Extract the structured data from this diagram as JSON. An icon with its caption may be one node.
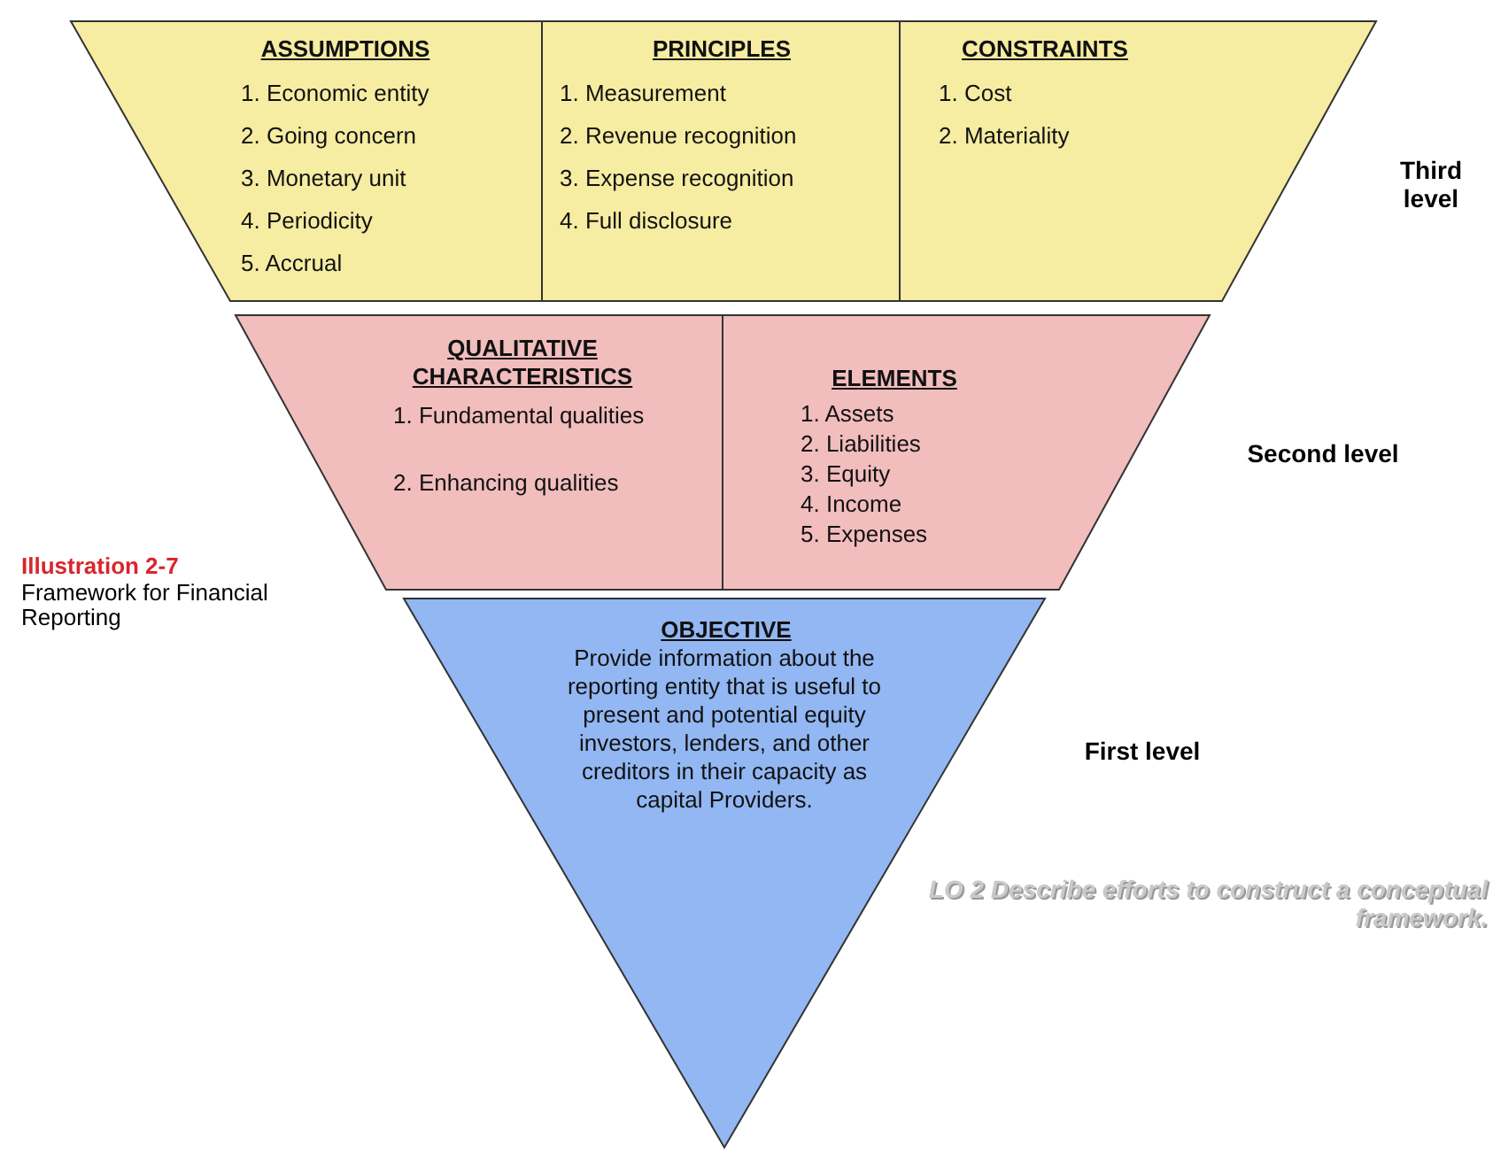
{
  "diagram": {
    "nodes": [
      {
        "text": [
          "ASSUMPTIONS",
          "1. Economic entity",
          "2. Going concern",
          "3. Monetary unit",
          "4. Periodicity",
          "5. Accrual"
        ]
      },
      {
        "text": [
          "PRINCIPLES",
          "1. Measurement",
          "2. Revenue recognition",
          "3. Expense recognition",
          "4. Full disclosure"
        ]
      },
      {
        "text": [
          "CONSTRAINTS",
          "1. Cost",
          "2. Materiality"
        ]
      },
      {
        "text": [
          "QUALITATIVE CHARACTERISTICS",
          "1. Fundamental qualities",
          "2. Enhancing qualities"
        ]
      },
      {
        "text": [
          "ELEMENTS",
          "1. Assets",
          "2. Liabilities",
          "3. Equity",
          "4. Income",
          "5. Expenses"
        ]
      },
      {
        "text": [
          "OBJECTIVE",
          "Provide information about the reporting entity that is useful to present and potential equity investors, lenders, and other creditors in their capacity as capital Providers."
        ]
      }
    ],
    "labels": [
      "Third level",
      "Second level",
      "Illustration 2-7",
      "Framework for Financial Reporting",
      "First level",
      "LO 2 Describe efforts to construct a conceptual framework."
    ]
  }
}
